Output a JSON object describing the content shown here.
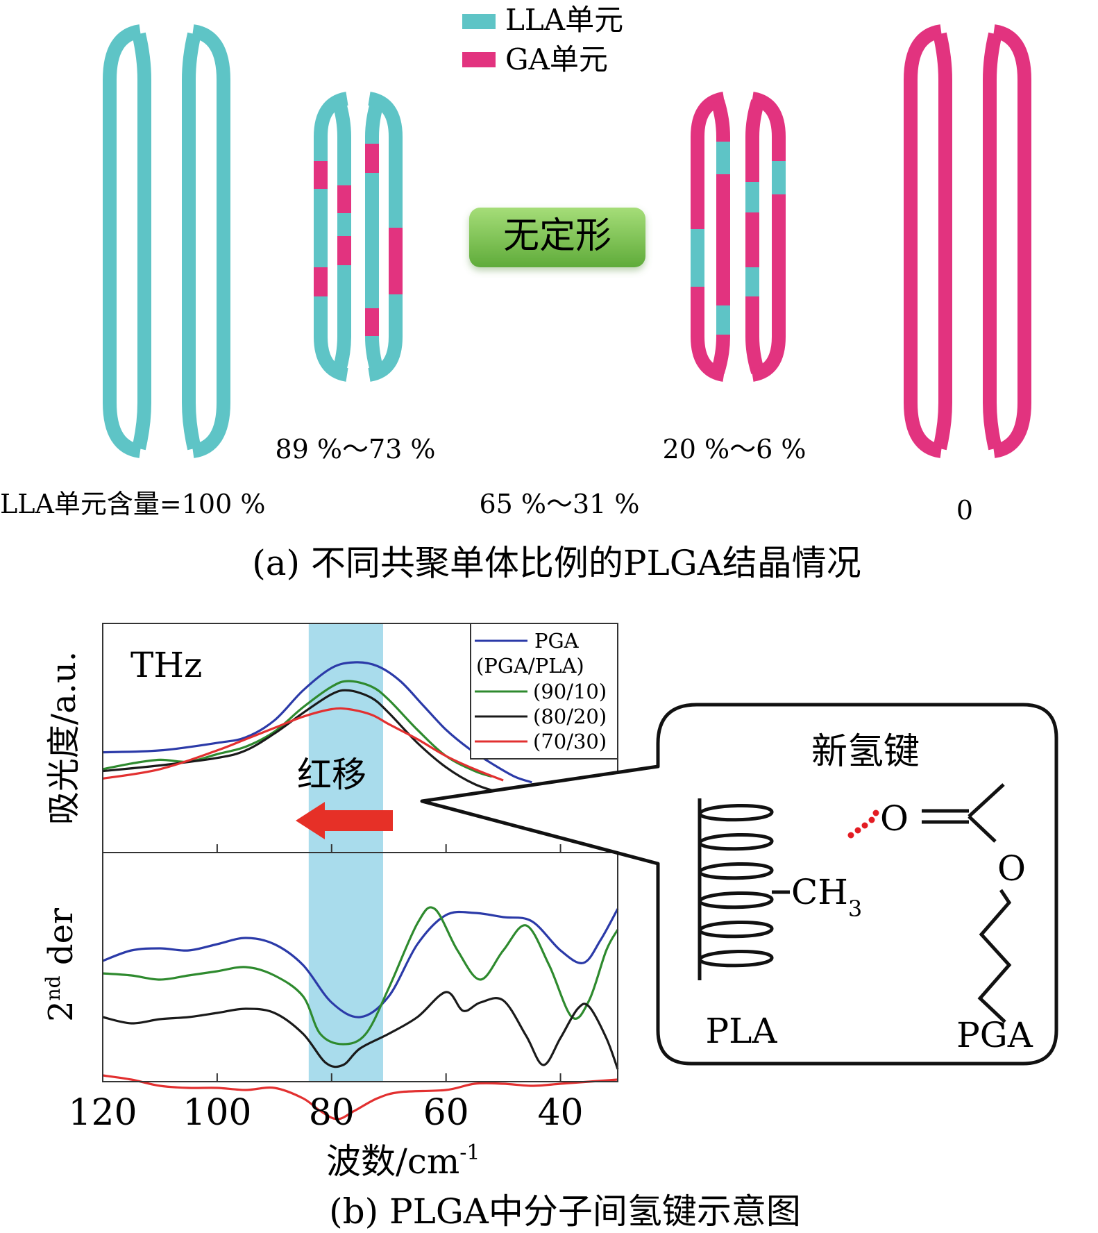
{
  "panel_a": {
    "legend": [
      {
        "label": "LLA单元",
        "color": "#5ec4c6"
      },
      {
        "label": "GA单元",
        "color": "#e2337f"
      }
    ],
    "amorphous_label": "无定形",
    "amorphous_color": "#7ec851",
    "pct_labels": {
      "top_left": "89 %～73 %",
      "top_right": "20 %～6 %",
      "bottom_left": "LLA单元含量=100 %",
      "bottom_mid": "65 %～31 %",
      "bottom_right": "0"
    },
    "caption": "(a) 不同共聚单体比例的PLGA结晶情况"
  },
  "panel_b": {
    "caption": "(b) PLGA中分子间氢键示意图",
    "annotation_thz": "THz",
    "red_shift_label": "红移",
    "callout": {
      "title": "新氢键",
      "o_top": "O",
      "o_mid": "O",
      "ch3_main": "CH",
      "ch3_sub": "3",
      "pla": "PLA",
      "pga": "PGA"
    }
  },
  "chart_data": {
    "type": "line",
    "xlabel": "波数/cm",
    "xlabel_sup": "-1",
    "ylabel_top": "吸光度/a.u.",
    "ylabel_bottom_main": "2",
    "ylabel_bottom_sup": "nd",
    "ylabel_bottom_tail": " der",
    "xlim": [
      120,
      30
    ],
    "x_ticks": [
      120,
      100,
      80,
      60,
      40
    ],
    "highlight_range": [
      84,
      71
    ],
    "legend_header": "(PGA/PLA)",
    "series": [
      {
        "name": "PGA",
        "color": "#2b3aa8",
        "absorbance": [
          [
            120,
            0.32
          ],
          [
            110,
            0.33
          ],
          [
            100,
            0.37
          ],
          [
            95,
            0.4
          ],
          [
            90,
            0.49
          ],
          [
            85,
            0.65
          ],
          [
            80,
            0.77
          ],
          [
            76,
            0.8
          ],
          [
            72,
            0.78
          ],
          [
            68,
            0.7
          ],
          [
            64,
            0.57
          ],
          [
            60,
            0.44
          ],
          [
            56,
            0.34
          ],
          [
            52,
            0.26
          ],
          [
            48,
            0.19
          ],
          [
            45,
            0.16
          ]
        ],
        "second_derivative": [
          [
            120,
            0.47
          ],
          [
            115,
            0.52
          ],
          [
            110,
            0.53
          ],
          [
            105,
            0.52
          ],
          [
            100,
            0.55
          ],
          [
            95,
            0.58
          ],
          [
            90,
            0.55
          ],
          [
            85,
            0.45
          ],
          [
            80,
            0.27
          ],
          [
            75,
            0.2
          ],
          [
            70,
            0.3
          ],
          [
            65,
            0.55
          ],
          [
            60,
            0.69
          ],
          [
            55,
            0.7
          ],
          [
            50,
            0.68
          ],
          [
            45,
            0.66
          ],
          [
            40,
            0.52
          ],
          [
            36,
            0.46
          ],
          [
            33,
            0.57
          ],
          [
            30,
            0.72
          ]
        ]
      },
      {
        "name": "(90/10)",
        "color": "#2e8a2e",
        "absorbance": [
          [
            120,
            0.23
          ],
          [
            115,
            0.26
          ],
          [
            110,
            0.28
          ],
          [
            105,
            0.27
          ],
          [
            100,
            0.31
          ],
          [
            95,
            0.35
          ],
          [
            90,
            0.43
          ],
          [
            85,
            0.56
          ],
          [
            80,
            0.67
          ],
          [
            77,
            0.7
          ],
          [
            73,
            0.67
          ],
          [
            70,
            0.6
          ],
          [
            65,
            0.44
          ],
          [
            60,
            0.3
          ],
          [
            55,
            0.22
          ],
          [
            52,
            0.19
          ]
        ],
        "second_derivative": [
          [
            120,
            0.41
          ],
          [
            115,
            0.4
          ],
          [
            110,
            0.38
          ],
          [
            105,
            0.4
          ],
          [
            100,
            0.42
          ],
          [
            95,
            0.44
          ],
          [
            90,
            0.4
          ],
          [
            85,
            0.3
          ],
          [
            82,
            0.12
          ],
          [
            78,
            0.07
          ],
          [
            74,
            0.12
          ],
          [
            70,
            0.34
          ],
          [
            65,
            0.65
          ],
          [
            62,
            0.72
          ],
          [
            58,
            0.52
          ],
          [
            54,
            0.38
          ],
          [
            50,
            0.52
          ],
          [
            46,
            0.64
          ],
          [
            42,
            0.45
          ],
          [
            38,
            0.2
          ],
          [
            35,
            0.28
          ],
          [
            32,
            0.52
          ],
          [
            30,
            0.62
          ]
        ]
      },
      {
        "name": "(80/20)",
        "color": "#1a1a1a",
        "absorbance": [
          [
            120,
            0.22
          ],
          [
            110,
            0.25
          ],
          [
            100,
            0.29
          ],
          [
            95,
            0.33
          ],
          [
            90,
            0.42
          ],
          [
            85,
            0.53
          ],
          [
            80,
            0.63
          ],
          [
            77,
            0.65
          ],
          [
            73,
            0.61
          ],
          [
            70,
            0.53
          ],
          [
            65,
            0.37
          ],
          [
            60,
            0.24
          ],
          [
            55,
            0.15
          ],
          [
            50,
            0.1
          ],
          [
            45,
            0.06
          ],
          [
            42,
            0.03
          ],
          [
            38,
            0.04
          ],
          [
            35,
            0.02
          ]
        ],
        "second_derivative": [
          [
            120,
            0.2
          ],
          [
            115,
            0.17
          ],
          [
            110,
            0.19
          ],
          [
            105,
            0.2
          ],
          [
            100,
            0.22
          ],
          [
            95,
            0.24
          ],
          [
            90,
            0.22
          ],
          [
            85,
            0.12
          ],
          [
            81,
            -0.02
          ],
          [
            78,
            -0.03
          ],
          [
            75,
            0.05
          ],
          [
            70,
            0.12
          ],
          [
            65,
            0.2
          ],
          [
            60,
            0.32
          ],
          [
            57,
            0.23
          ],
          [
            54,
            0.27
          ],
          [
            50,
            0.28
          ],
          [
            46,
            0.11
          ],
          [
            43,
            -0.03
          ],
          [
            40,
            0.1
          ],
          [
            37,
            0.24
          ],
          [
            35,
            0.25
          ],
          [
            32,
            0.1
          ],
          [
            30,
            -0.05
          ]
        ]
      },
      {
        "name": "(70/30)",
        "color": "#e23030",
        "absorbance": [
          [
            120,
            0.18
          ],
          [
            110,
            0.23
          ],
          [
            100,
            0.33
          ],
          [
            95,
            0.39
          ],
          [
            90,
            0.45
          ],
          [
            85,
            0.51
          ],
          [
            80,
            0.55
          ],
          [
            77,
            0.55
          ],
          [
            73,
            0.52
          ],
          [
            70,
            0.47
          ],
          [
            65,
            0.39
          ],
          [
            60,
            0.3
          ],
          [
            55,
            0.23
          ],
          [
            50,
            0.17
          ]
        ],
        "second_derivative": [
          [
            120,
            -0.08
          ],
          [
            115,
            -0.1
          ],
          [
            110,
            -0.13
          ],
          [
            105,
            -0.14
          ],
          [
            100,
            -0.14
          ],
          [
            95,
            -0.15
          ],
          [
            90,
            -0.14
          ],
          [
            85,
            -0.19
          ],
          [
            82,
            -0.25
          ],
          [
            79,
            -0.29
          ],
          [
            76,
            -0.25
          ],
          [
            72,
            -0.19
          ],
          [
            68,
            -0.16
          ],
          [
            60,
            -0.15
          ],
          [
            55,
            -0.12
          ],
          [
            50,
            -0.12
          ],
          [
            45,
            -0.13
          ],
          [
            40,
            -0.12
          ],
          [
            35,
            -0.11
          ],
          [
            30,
            -0.1
          ]
        ]
      }
    ]
  }
}
